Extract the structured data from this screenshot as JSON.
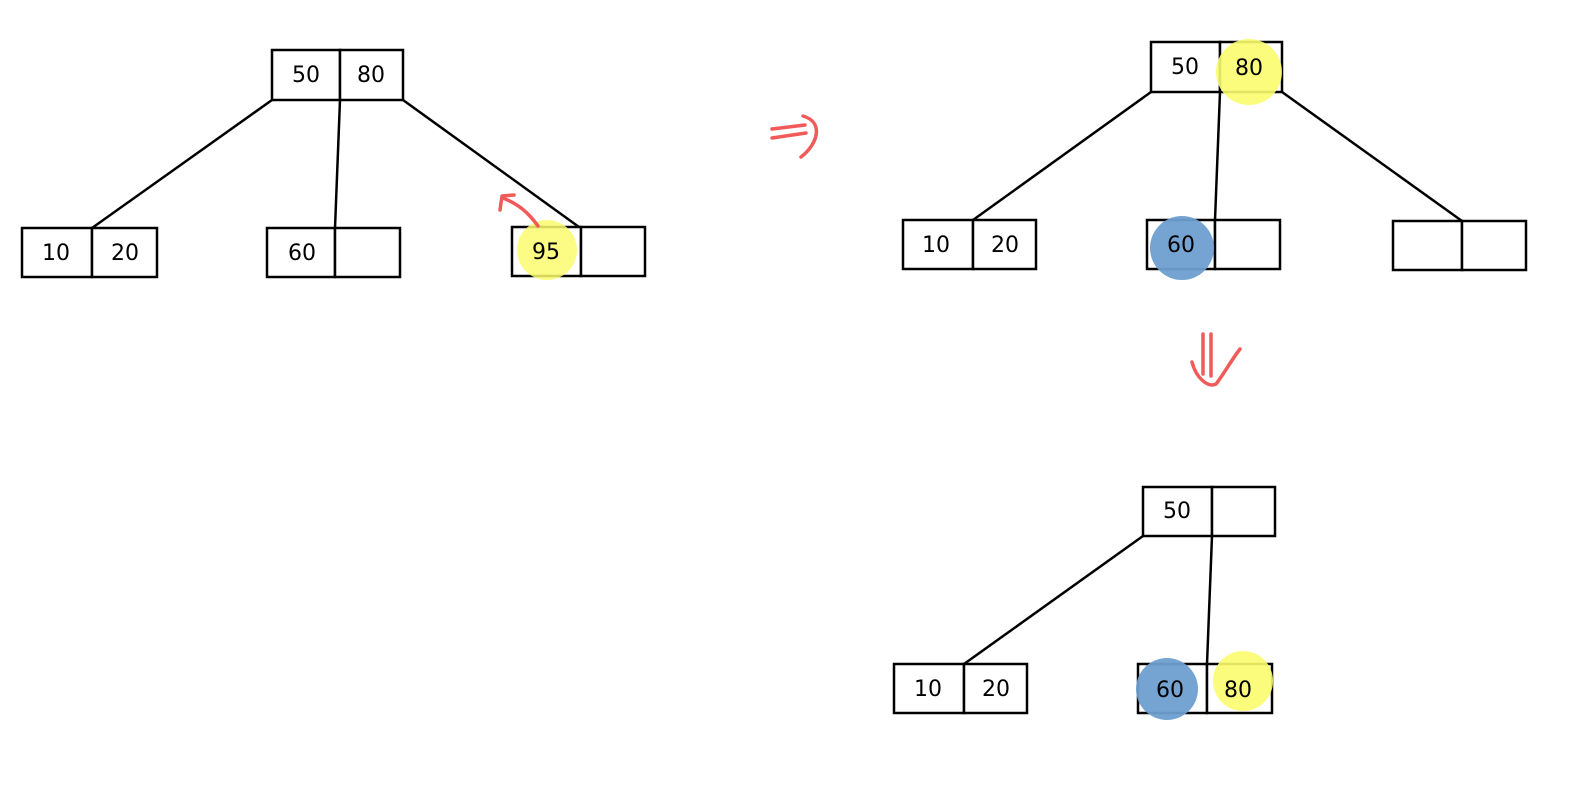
{
  "colors": {
    "yellow_highlight": "#fcfc6e",
    "blue_highlight": "#6f9fd0",
    "arrow": "#f25a5a"
  },
  "tree_a": {
    "root": [
      "50",
      "80"
    ],
    "left": [
      "10",
      "20"
    ],
    "middle": [
      "60",
      ""
    ],
    "right": [
      "95",
      ""
    ]
  },
  "tree_b": {
    "root": [
      "50",
      "80"
    ],
    "left": [
      "10",
      "20"
    ],
    "middle": [
      "60",
      ""
    ],
    "right": [
      "",
      ""
    ]
  },
  "tree_c": {
    "root": [
      "50",
      ""
    ],
    "left": [
      "10",
      "20"
    ],
    "right": [
      "60",
      "80"
    ]
  }
}
